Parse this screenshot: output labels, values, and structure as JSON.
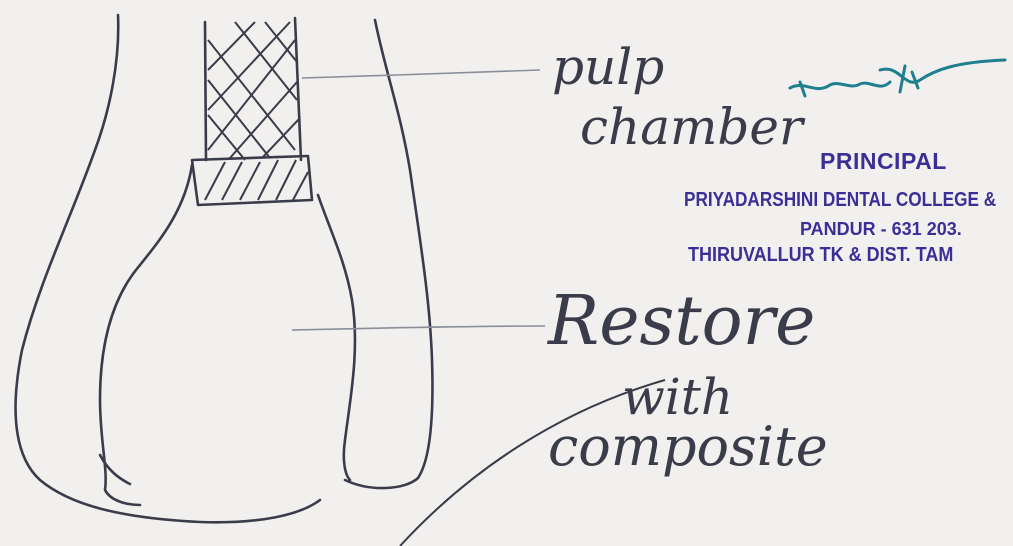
{
  "diagram": {
    "labels": {
      "pulp_line1": "pulp",
      "pulp_line2": "chamber",
      "restore_line1": "Restore",
      "restore_line2": "with",
      "restore_line3": "composite"
    }
  },
  "stamp": {
    "title": "PRINCIPAL",
    "college": "PRIYADARSHINI DENTAL COLLEGE &",
    "address_line": "PANDUR - 631 203.",
    "district_line": "THIRUVALLUR TK & DIST. TAM"
  },
  "colors": {
    "paper": "#f1f0ee",
    "pencil": "#3a3c4a",
    "stamp_ink": "#3b2f96",
    "signature_ink": "#1f7f8f",
    "leader_line": "#8a8e98"
  }
}
